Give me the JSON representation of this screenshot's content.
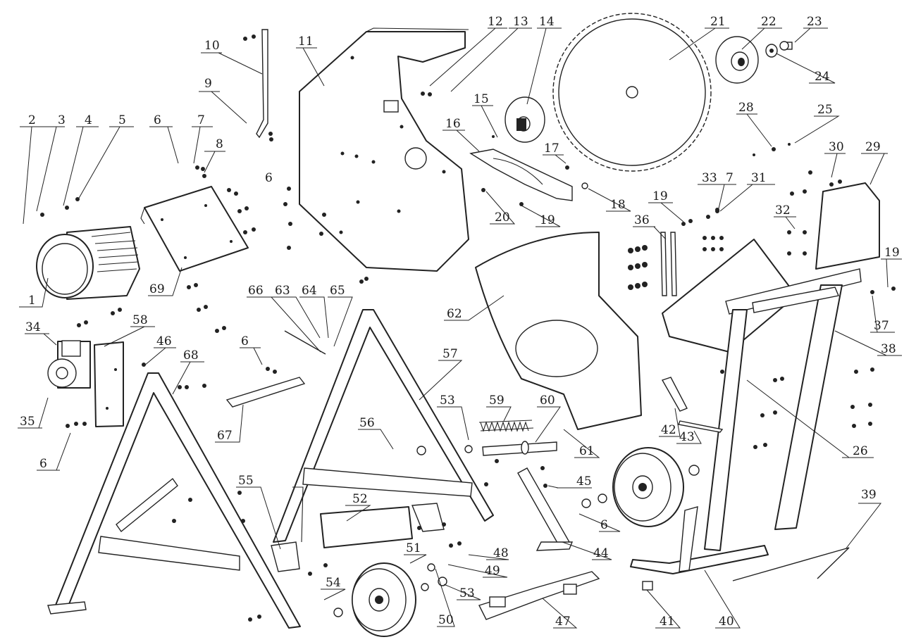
{
  "callouts": [
    "1",
    "2",
    "3",
    "4",
    "5",
    "6",
    "7",
    "8",
    "9",
    "10",
    "11",
    "12",
    "13",
    "14",
    "15",
    "16",
    "17",
    "18",
    "19",
    "20",
    "21",
    "22",
    "23",
    "24",
    "25",
    "26",
    "28",
    "29",
    "30",
    "31",
    "32",
    "33",
    "34",
    "35",
    "36",
    "37",
    "38",
    "39",
    "40",
    "41",
    "42",
    "43",
    "44",
    "45",
    "46",
    "47",
    "48",
    "49",
    "50",
    "51",
    "52",
    "53",
    "54",
    "55",
    "56",
    "57",
    "58",
    "59",
    "60",
    "61",
    "62",
    "63",
    "64",
    "65",
    "66",
    "67",
    "68",
    "69"
  ],
  "labels": {
    "n1": "1",
    "n2": "2",
    "n3": "3",
    "n4": "4",
    "n5": "5",
    "n6": "6",
    "n7": "7",
    "n8": "8",
    "n9": "9",
    "n10": "10",
    "n11": "11",
    "n12": "12",
    "n13": "13",
    "n14": "14",
    "n15": "15",
    "n16": "16",
    "n17": "17",
    "n18": "18",
    "n19": "19",
    "n20": "20",
    "n21": "21",
    "n22": "22",
    "n23": "23",
    "n24": "24",
    "n25": "25",
    "n26": "26",
    "n28": "28",
    "n29": "29",
    "n30": "30",
    "n31": "31",
    "n32": "32",
    "n33": "33",
    "n34": "34",
    "n35": "35",
    "n36": "36",
    "n37": "37",
    "n38": "38",
    "n39": "39",
    "n40": "40",
    "n41": "41",
    "n42": "42",
    "n43": "43",
    "n44": "44",
    "n45": "45",
    "n46": "46",
    "n47": "47",
    "n48": "48",
    "n49": "49",
    "n50": "50",
    "n51": "51",
    "n52": "52",
    "n53": "53",
    "n54": "54",
    "n55": "55",
    "n56": "56",
    "n57": "57",
    "n58": "58",
    "n59": "59",
    "n60": "60",
    "n61": "61",
    "n62": "62",
    "n63": "63",
    "n64": "64",
    "n65": "65",
    "n66": "66",
    "n67": "67",
    "n68": "68",
    "n69": "69"
  }
}
